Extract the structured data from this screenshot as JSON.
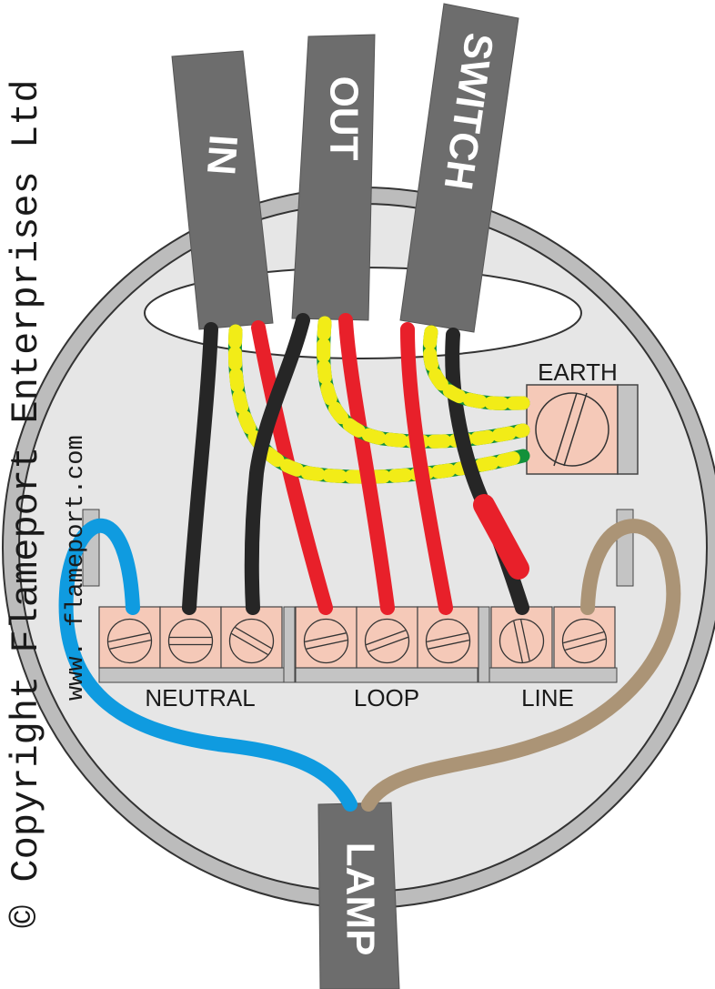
{
  "cables": {
    "in": "IN",
    "out": "OUT",
    "switch": "SWITCH",
    "lamp": "LAMP"
  },
  "terminal_groups": {
    "neutral": "NEUTRAL",
    "loop": "LOOP",
    "line": "LINE"
  },
  "earth_label": "EARTH",
  "copyright": "© Copyright Flameport Enterprises Ltd",
  "website": "www. flameport.com",
  "colors": {
    "sheath": "#6d6d6d",
    "live": "#e8202a",
    "neutral_black": "#262626",
    "earth_green": "#13913a",
    "earth_yellow": "#f2ec17",
    "lamp_blue": "#0f9be0",
    "lamp_brown": "#ab9476",
    "terminal": "#f5c9b8",
    "housing": "#e6e6e6"
  }
}
